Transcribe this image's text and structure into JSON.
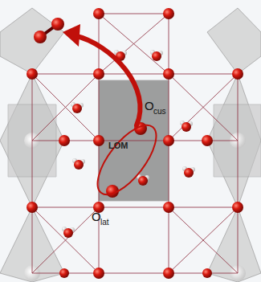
{
  "diagram": {
    "labels": [
      "LOM",
      "O",
      "cus",
      "O",
      "lat"
    ]
  }
}
